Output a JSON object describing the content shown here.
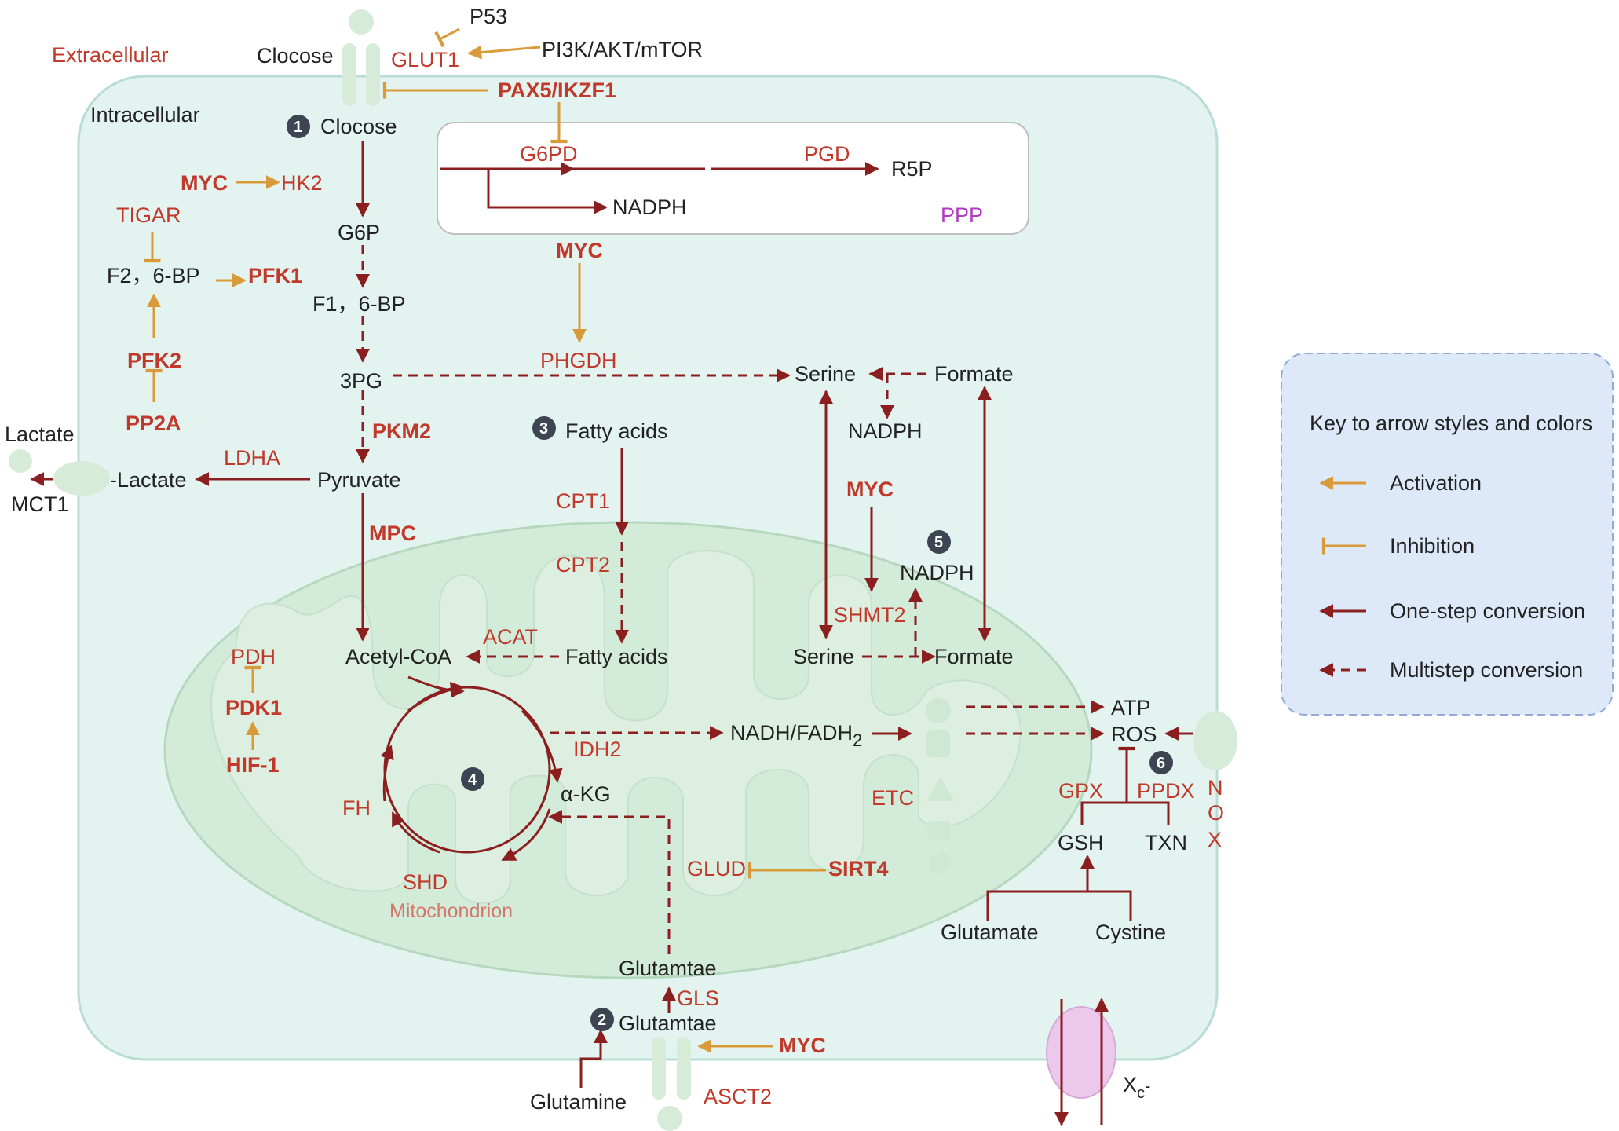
{
  "labels": {
    "extracellular": "Extracellular",
    "intracellular": "Intracellular",
    "clocose_out": "Clocose",
    "glut1": "GLUT1",
    "p53": "P53",
    "pi3k": "PI3K/AKT/mTOR",
    "pax5": "PAX5/IKZF1",
    "clocose_in": "Clocose",
    "myc_hk2": "MYC",
    "hk2": "HK2",
    "tigar": "TIGAR",
    "g6p": "G6P",
    "f26bp": "F2，6-BP",
    "pfk1": "PFK1",
    "f16bp": "F1，6-BP",
    "pfk2": "PFK2",
    "pp2a": "PP2A",
    "pg3": "3PG",
    "pkm2": "PKM2",
    "lactate_out": "Lactate",
    "mct1": "MCT1",
    "lactate_in": "-Lactate",
    "ldha": "LDHA",
    "pyruvate": "Pyruvate",
    "mpc": "MPC",
    "g6pd": "G6PD",
    "pgd": "PGD",
    "r5p": "R5P",
    "nadph_ppp": "NADPH",
    "ppp": "PPP",
    "myc_phgdh": "MYC",
    "phgdh": "PHGDH",
    "fatty_acids_cyto": "Fatty acids",
    "cpt1": "CPT1",
    "cpt2": "CPT2",
    "serine_cyto": "Serine",
    "formate_cyto": "Formate",
    "nadph_cyto": "NADPH",
    "myc_shmt2": "MYC",
    "nadph_mito": "NADPH",
    "shmt2": "SHMT2",
    "serine_mito": "Serine",
    "formate_mito": "Formate",
    "pdh": "PDH",
    "pdk1": "PDK1",
    "hif1": "HIF-1",
    "acetyl_coa": "Acetyl-CoA",
    "acat": "ACAT",
    "fatty_acids_mito": "Fatty acids",
    "idh2": "IDH2",
    "nadh_fadh2": "NADH/FADH",
    "nadh_sub": "2",
    "akg": "α-KG",
    "fh": "FH",
    "shd": "SHD",
    "mitochondrion": "Mitochondrion",
    "etc": "ETC",
    "glud": "GLUD",
    "sirt4": "SIRT4",
    "atp": "ATP",
    "ros": "ROS",
    "gpx": "GPX",
    "ppdx": "PPDX",
    "gsh": "GSH",
    "txn": "TXN",
    "glutamate": "Glutamate",
    "cystine": "Cystine",
    "nox_n": "N",
    "nox_o": "O",
    "nox_x": "X",
    "glutamtae_upper": "Glutamtae",
    "gls": "GLS",
    "glutamtae_lower": "Glutamtae",
    "myc_asct2": "MYC",
    "asct2": "ASCT2",
    "glutamine": "Glutamine",
    "xc": "X",
    "xc_sub": "c",
    "xc_sup": "-"
  },
  "steps": [
    "1",
    "2",
    "3",
    "4",
    "5",
    "6"
  ],
  "legend": {
    "title": "Key to arrow styles and colors",
    "activation": "Activation",
    "inhibition": "Inhibition",
    "one_step": "One-step conversion",
    "multistep": "Multistep conversion"
  },
  "colors": {
    "cell": "#e3f3f0",
    "mito_outer": "#d3ebd9",
    "mito_inner": "#ddefe0",
    "conversion": "#8b1e1e",
    "activation": "#d99a3a",
    "enzyme": "#c0392b",
    "legend_bg": "#dde9f8"
  }
}
